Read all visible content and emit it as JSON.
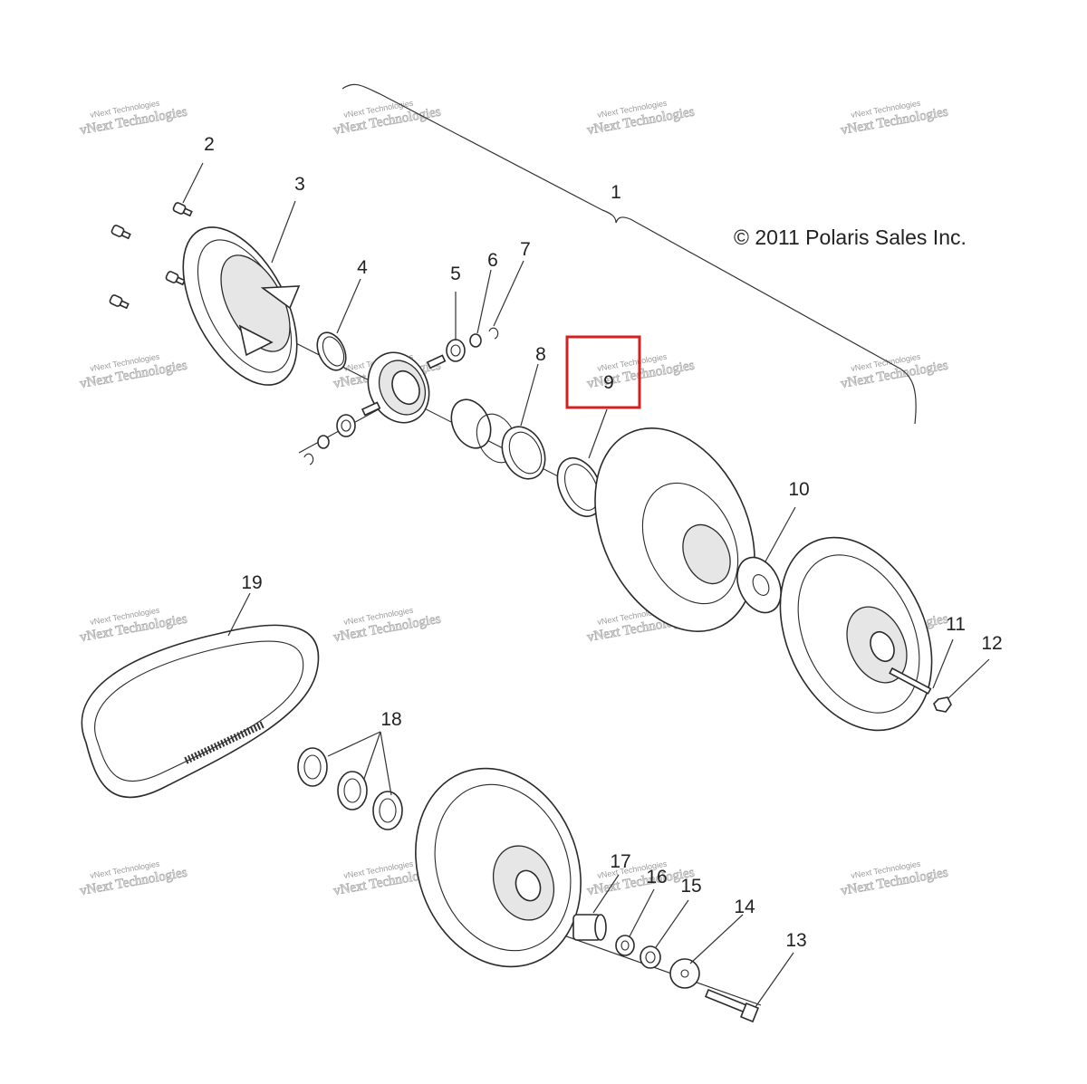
{
  "diagram": {
    "copyright": "© 2011 Polaris Sales Inc.",
    "highlight_color": "#d42020",
    "callouts": {
      "c1": "1",
      "c2": "2",
      "c3": "3",
      "c4": "4",
      "c5": "5",
      "c6": "6",
      "c7": "7",
      "c8": "8",
      "c9": "9",
      "c10": "10",
      "c11": "11",
      "c12": "12",
      "c13": "13",
      "c14": "14",
      "c15": "15",
      "c16": "16",
      "c17": "17",
      "c18": "18",
      "c19": "19"
    },
    "watermark": {
      "line1": "vNext Technologies",
      "line2": "vNext Technologies"
    }
  }
}
